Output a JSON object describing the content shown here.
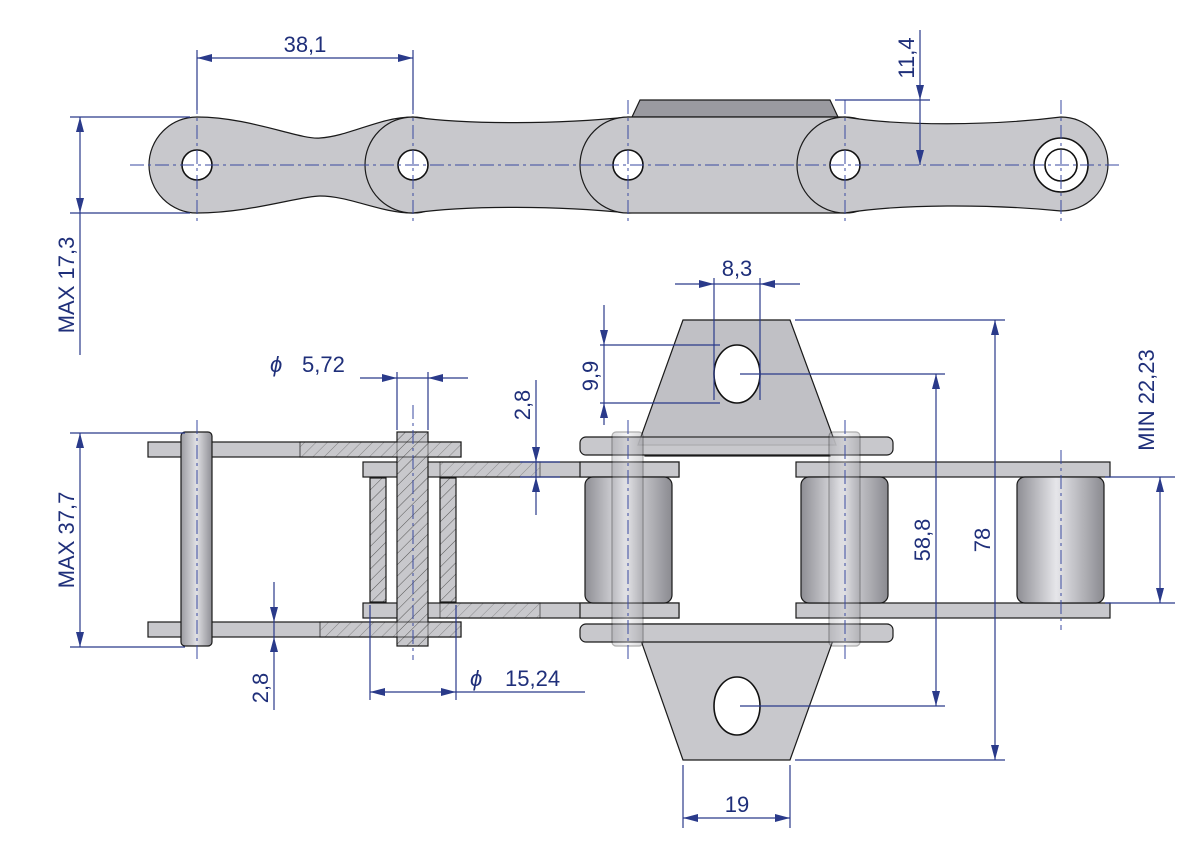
{
  "dimensions": {
    "pitch": "38,1",
    "top_height": "11,4",
    "max_height": "MAX 17,3",
    "slot_width": "8,3",
    "slot_height": "9,9",
    "pin_diameter": "5,72",
    "plate_thickness_top": "2,8",
    "plate_thickness_bottom": "2,8",
    "inner_width": "MIN 22,23",
    "attachment_hole_span": "58,8",
    "attachment_total_span": "78",
    "max_width": "MAX 37,7",
    "roller_diameter": "15,24",
    "attachment_width": "19"
  },
  "symbols": {
    "diameter_1": "ϕ",
    "diameter_2": "ϕ"
  },
  "colors": {
    "dimension": "#1f2f7a",
    "part": "#c8c8cc",
    "outline": "#1a1a1a"
  }
}
